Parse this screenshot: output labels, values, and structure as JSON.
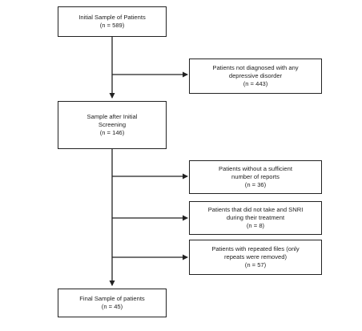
{
  "flowchart": {
    "initial": {
      "line1": "Initial Sample of Patients",
      "line2": "(n = 589)"
    },
    "excluded_not_diagnosed": {
      "line1": "Patients not diagnosed with any",
      "line2": "depressive disorder",
      "line3": "(n = 443)"
    },
    "after_screening": {
      "line1": "Sample after Initial",
      "line2": "Screening",
      "line3": "(n = 146)"
    },
    "excluded_reports": {
      "line1": "Patients without a sufficient",
      "line2": "number of reports",
      "line3": "(n = 36)"
    },
    "excluded_snri": {
      "line1": "Patients that did not take and SNRI",
      "line2": "during their treatment",
      "line3": "(n = 8)"
    },
    "excluded_repeats": {
      "line1": "Patients with repeated files (only",
      "line2": "repeats were removed)",
      "line3": "(n = 57)"
    },
    "final": {
      "line1": "Final Sample of patients",
      "line2": "(n = 45)"
    }
  }
}
